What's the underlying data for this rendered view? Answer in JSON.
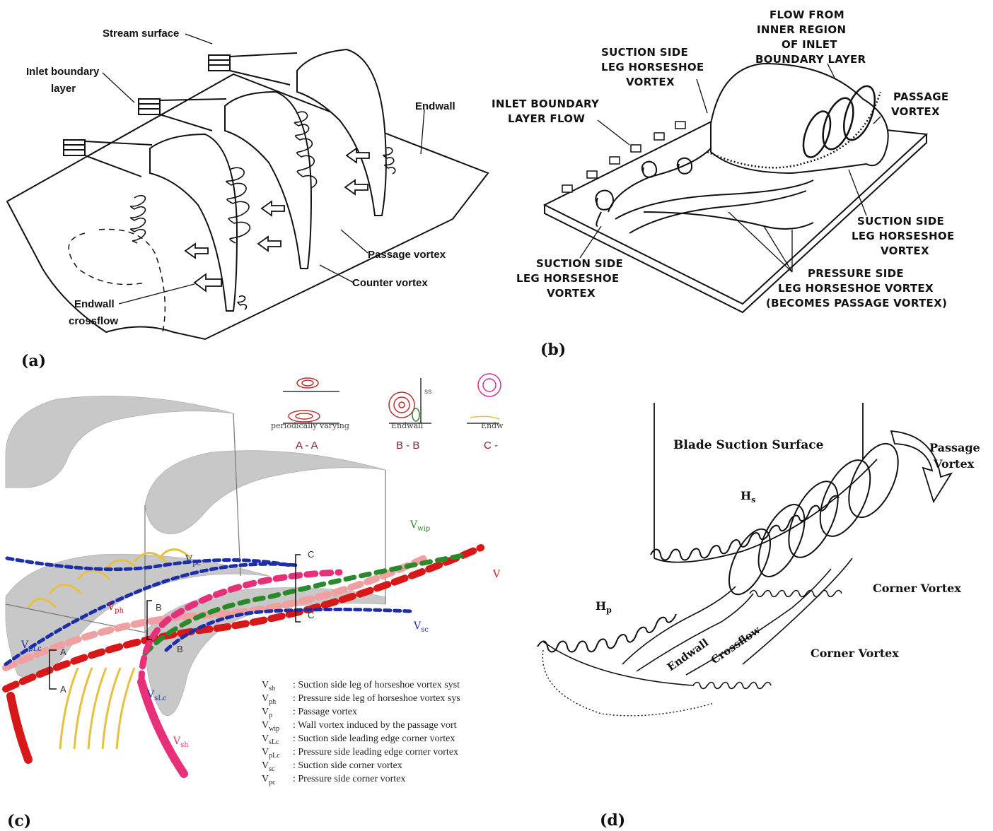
{
  "panel_a": {
    "label": "(a)",
    "stream_surface": "Stream surface",
    "inlet_bl_line1": "Inlet boundary",
    "inlet_bl_line2": "layer",
    "endwall": "Endwall",
    "passage_vortex": "Passage vortex",
    "counter_vortex": "Counter vortex",
    "endwall_crossflow_line1": "Endwall",
    "endwall_crossflow_line2": "crossflow"
  },
  "panel_b": {
    "label": "(b)",
    "flow_from_line1": "FLOW FROM",
    "flow_from_line2": "INNER REGION",
    "flow_from_line3": "OF INLET",
    "flow_from_line4": "BOUNDARY LAYER",
    "ss_leg_top_line1": "SUCTION SIDE",
    "ss_leg_top_line2": "LEG HORSESHOE",
    "ss_leg_top_line3": "VORTEX",
    "inlet_bl_flow_line1": "INLET BOUNDARY",
    "inlet_bl_flow_line2": "LAYER FLOW",
    "passage_vortex_line1": "PASSAGE",
    "passage_vortex_line2": "VORTEX",
    "ss_leg_right_line1": "SUCTION SIDE",
    "ss_leg_right_line2": "LEG HORSESHOE",
    "ss_leg_right_line3": "VORTEX",
    "ss_leg_left_line1": "SUCTION SIDE",
    "ss_leg_left_line2": "LEG HORSESHOE",
    "ss_leg_left_line3": "VORTEX",
    "ps_leg_line1": "PRESSURE SIDE",
    "ps_leg_line2": "LEG HORSESHOE VORTEX",
    "ps_leg_line3": "(BECOMES PASSAGE VORTEX)"
  },
  "panel_c": {
    "label": "(c)",
    "section_aa_caption": "periodically varying",
    "section_aa": "A - A",
    "section_bb_caption": "Endwall",
    "section_bb_side": "ss",
    "section_bb": "B - B",
    "section_cc_caption": "Endw",
    "section_cc": "C -",
    "v_wip": "V",
    "v_wip_sub": "wip",
    "v_pc": "V",
    "v_pc_sub": "pc",
    "v_sc": "V",
    "v_sc_sub": "sc",
    "v_ph": "V",
    "v_ph_sub": "ph",
    "v_plc": "V",
    "v_plc_sub": "pLc",
    "v_slc": "V",
    "v_slc_sub": "sLc",
    "v_sh": "V",
    "v_sh_sub": "sh",
    "v_p_cut": "V",
    "mark_a": "A",
    "mark_b": "B",
    "mark_c": "C",
    "legend": [
      {
        "sym": "V",
        "sub": "sh",
        "text": ":  Suction side leg of horseshoe vortex syst"
      },
      {
        "sym": "V",
        "sub": "ph",
        "text": ":  Pressure side leg of horseshoe vortex sys"
      },
      {
        "sym": "V",
        "sub": "p",
        "text": ":  Passage vortex"
      },
      {
        "sym": "V",
        "sub": "wip",
        "text": ":  Wall vortex induced by the passage vort"
      },
      {
        "sym": "V",
        "sub": "sLc",
        "text": ":  Suction side leading edge corner vortex"
      },
      {
        "sym": "V",
        "sub": "pLc",
        "text": ":  Pressure side leading edge corner vortex"
      },
      {
        "sym": "V",
        "sub": "sc",
        "text": ":  Suction side corner vortex"
      },
      {
        "sym": "V",
        "sub": "pc",
        "text": ":  Pressure side corner vortex"
      }
    ]
  },
  "panel_d": {
    "label": "(d)",
    "blade_suction_surface": "Blade Suction Surface",
    "passage_vortex_line1": "Passage",
    "passage_vortex_line2": "Vortex",
    "hs": "H",
    "hs_sub": "s",
    "hp": "H",
    "hp_sub": "p",
    "corner_vortex_upper": "Corner Vortex",
    "corner_vortex_lower": "Corner Vortex",
    "endwall": "Endwall",
    "crossflow": "Crossflow"
  },
  "colors": {
    "blade_gray": "#c8c8c8",
    "vortex_red": "#d81818",
    "vortex_pink": "#e8307a",
    "vortex_lightred": "#f0a0a0",
    "vortex_blue": "#1c2fa8",
    "vortex_green": "#2a8a2a",
    "flow_yellow": "#e8c040",
    "section_red": "#b83030"
  }
}
